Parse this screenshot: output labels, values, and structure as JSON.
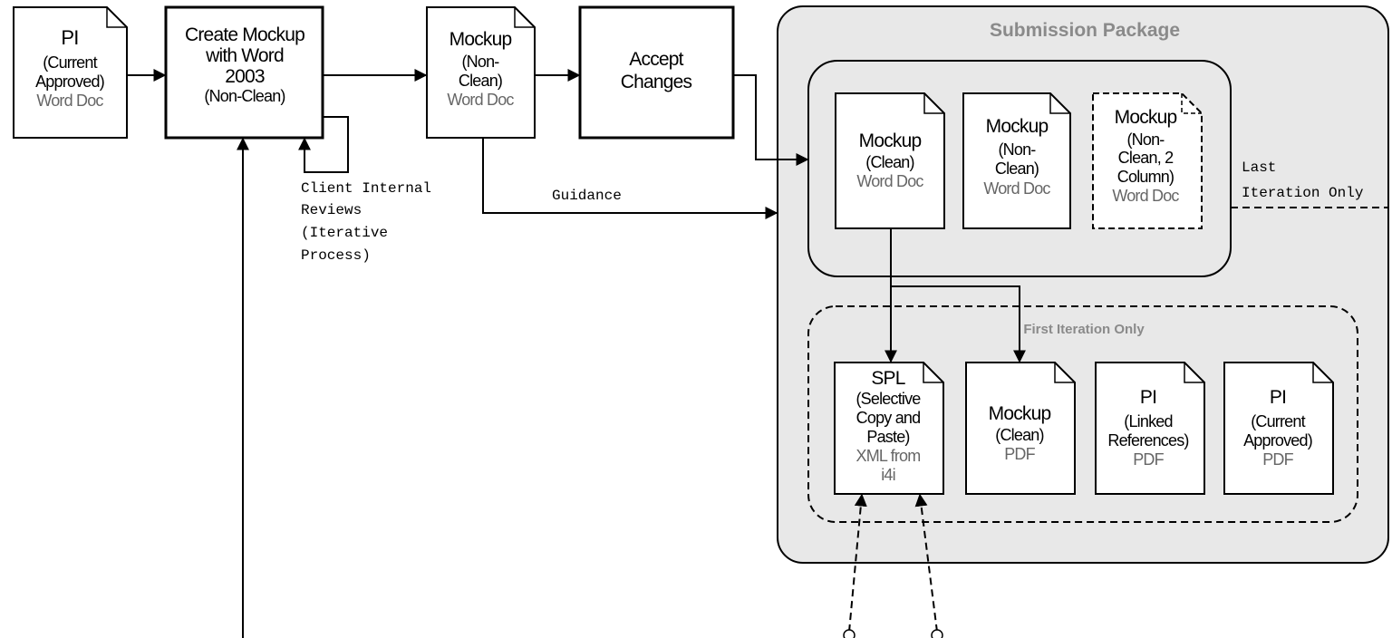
{
  "pi_input": {
    "line1": "PI",
    "line2": "(Current",
    "line3": "Approved)",
    "type": "Word Doc"
  },
  "create_mockup": {
    "line1": "Create Mockup",
    "line2": "with Word",
    "line3": "2003",
    "line4": "(Non-Clean)"
  },
  "mockup_nonclean": {
    "line1": "Mockup",
    "line2": "(Non-",
    "line3": "Clean)",
    "type": "Word Doc"
  },
  "accept_changes": {
    "line1": "Accept",
    "line2": "Changes"
  },
  "client_review": {
    "line1": "Client Internal",
    "line2": "Reviews",
    "line3": "(Iterative",
    "line4": "Process)"
  },
  "guidance_label": "Guidance",
  "submission": {
    "title": "Submission Package",
    "last_iteration": {
      "line1": "Last",
      "line2": "Iteration Only"
    },
    "word_docs": [
      {
        "line1": "Mockup",
        "line2": "(Clean)",
        "type": "Word Doc"
      },
      {
        "line1": "Mockup",
        "line2": "(Non-",
        "line3": "Clean)",
        "type": "Word Doc"
      },
      {
        "line1": "Mockup",
        "line2": "(Non-",
        "line3": "Clean, 2",
        "line4": "Column)",
        "type": "Word Doc"
      }
    ],
    "first_iteration": {
      "title": "First Iteration Only",
      "docs": [
        {
          "line1": "SPL",
          "line2": "(Selective",
          "line3": "Copy and",
          "line4": "Paste)",
          "type1": "XML from",
          "type2": "i4i"
        },
        {
          "line1": "Mockup",
          "line2": "(Clean)",
          "type": "PDF"
        },
        {
          "line1": "PI",
          "line2": "(Linked",
          "line3": "References)",
          "type": "PDF"
        },
        {
          "line1": "PI",
          "line2": "(Current",
          "line3": "Approved)",
          "type": "PDF"
        }
      ]
    }
  },
  "colors": {
    "line": "#000000",
    "package_fill": "#e8e8e8",
    "type_text": "#666666",
    "group_title": "#8a8a8a"
  }
}
